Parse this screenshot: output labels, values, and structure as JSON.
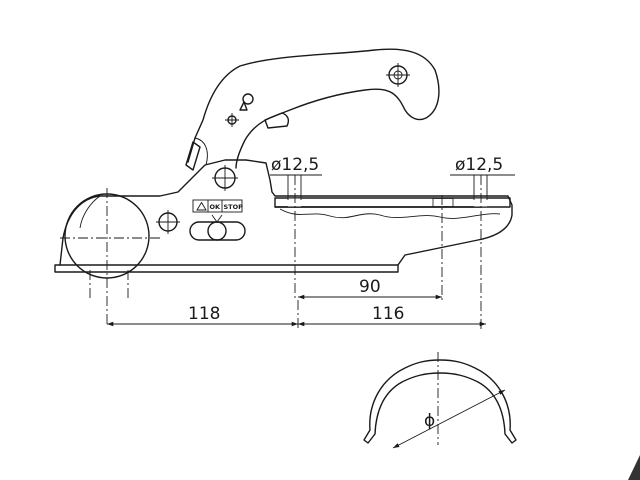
{
  "drawing": {
    "dimensions": {
      "hole_left": "ø12,5",
      "hole_right": "ø12,5",
      "d90": "90",
      "d118": "118",
      "d116": "116",
      "phi": "ϕ"
    },
    "indicator": {
      "ok": "OK",
      "stop": "STOP"
    }
  }
}
